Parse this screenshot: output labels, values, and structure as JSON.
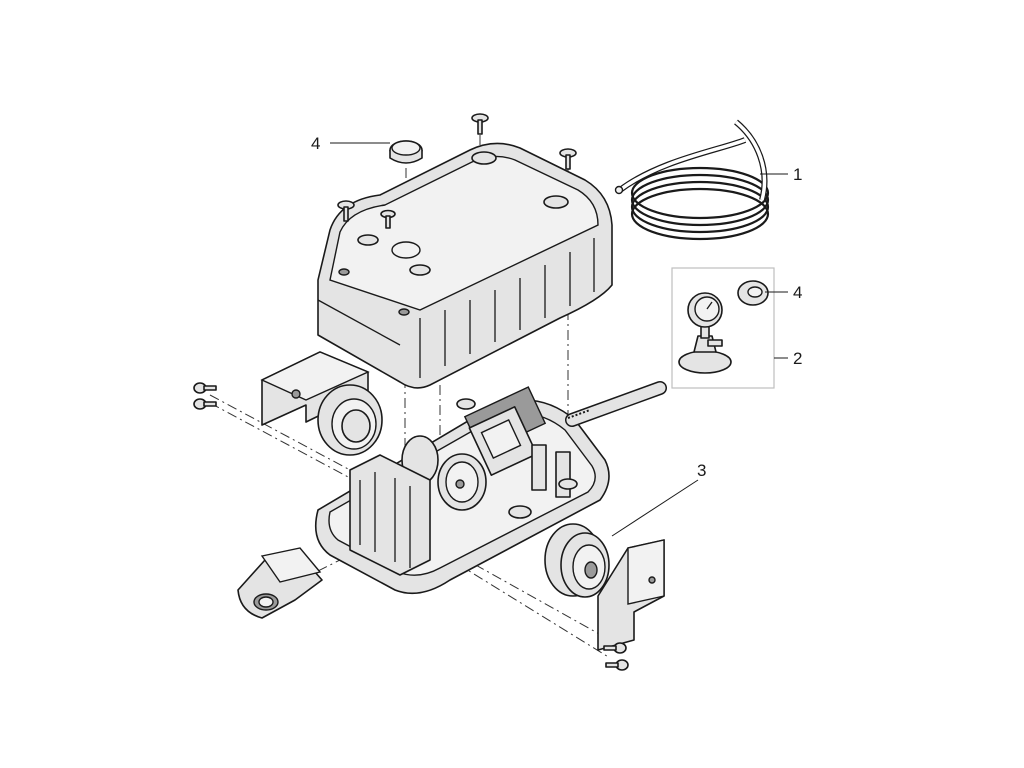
{
  "callouts": {
    "tube": "1",
    "gauge_set": "2",
    "diaphragm": "3",
    "plug_top": "4",
    "plug_side": "4"
  }
}
